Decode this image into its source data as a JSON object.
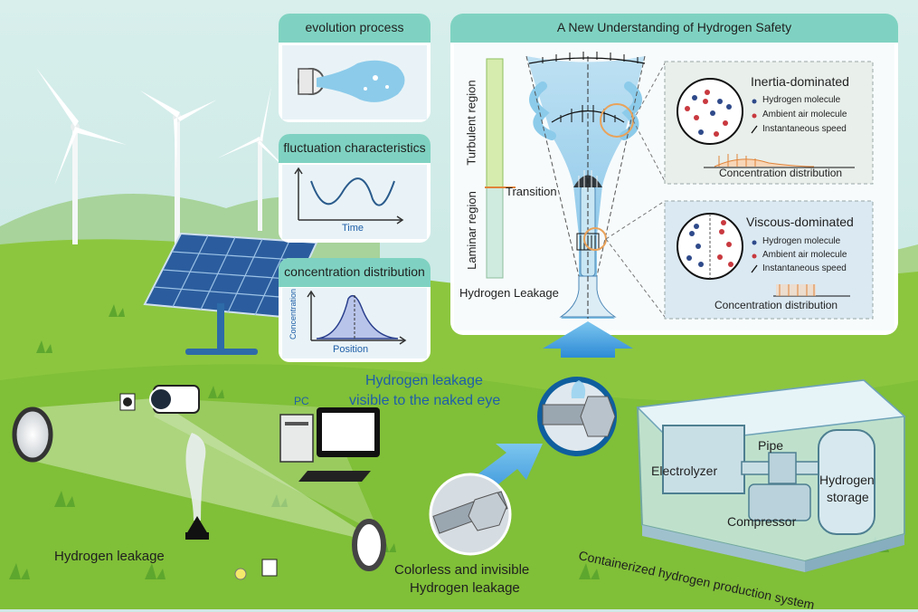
{
  "labels": {
    "evolution_process": "evolution process",
    "fluctuation_characteristics": "fluctuation characteristics",
    "concentration_distribution_card": "concentration distribution",
    "time_axis": "Time",
    "concentration_axis": "Concentration",
    "position_axis": "Position",
    "main_title": "A New Understanding of Hydrogen Safety",
    "turbulent_region": "Turbulent region",
    "laminar_region": "Laminar region",
    "transition": "Transition",
    "hydrogen_leakage_jet": "Hydrogen Leakage",
    "inertia_title": "Inertia-dominated",
    "viscous_title": "Viscous-dominated",
    "legend_hydrogen": "Hydrogen molecule",
    "legend_air": "Ambient air molecule",
    "legend_speed": "Instantaneous speed",
    "concentration_distribution": "Concentration distribution",
    "pc": "PC",
    "visible_leak_line1": "Hydrogen leakage",
    "visible_leak_line2": "visible to the naked eye",
    "invisible_leak_line1": "Colorless and invisible",
    "invisible_leak_line2": "Hydrogen leakage",
    "hydrogen_leakage_ground": "Hydrogen leakage",
    "electrolyzer": "Electrolyzer",
    "pipe": "Pipe",
    "compressor": "Compressor",
    "hydrogen_storage_line1": "Hydrogen",
    "hydrogen_storage_line2": "storage",
    "container_system": "Containerized hydrogen production system"
  },
  "colors": {
    "sky": "#cfe9e6",
    "grass": "#8cc63f",
    "header_teal": "#7fd2c1",
    "jet_blue": "#8ccbea",
    "hydrogen_dot": "#2f4a8a",
    "air_dot": "#c8393f",
    "arrow_orange": "#e0843a",
    "text_blue": "#1f5fa8"
  },
  "icons": [
    "wind-turbine-icon",
    "solar-panel-icon",
    "camera-icon",
    "computer-icon",
    "mirror-icon",
    "nozzle-icon",
    "pipe-fitting-icon",
    "container-icon"
  ]
}
